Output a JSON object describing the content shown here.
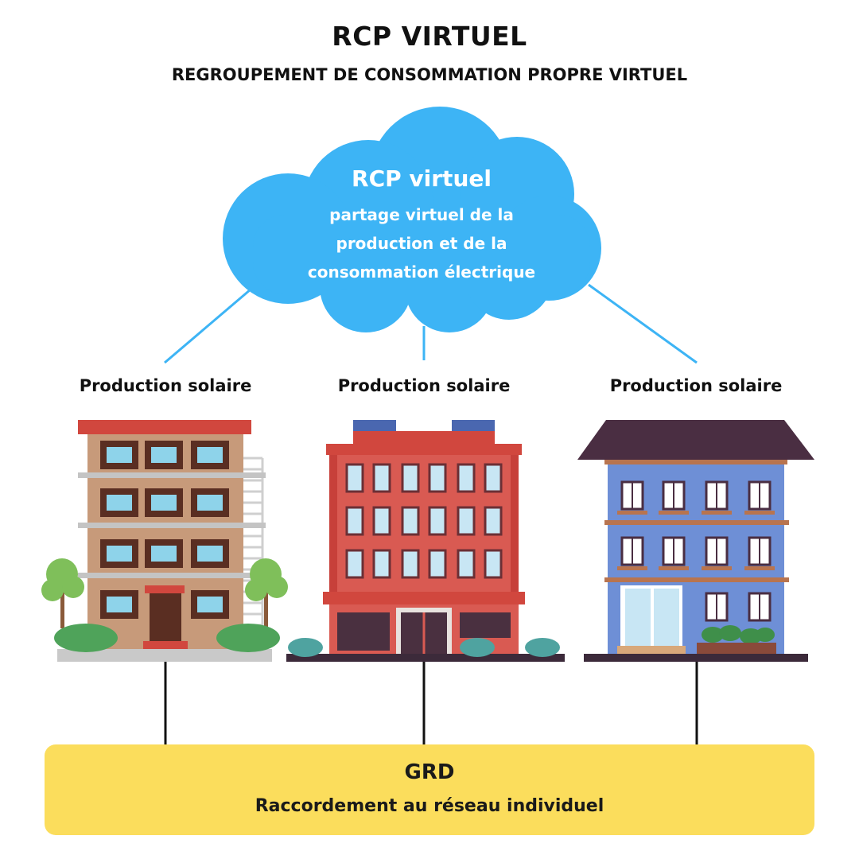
{
  "header": {
    "title": "RCP VIRTUEL",
    "subtitle": "REGROUPEMENT DE CONSOMMATION PROPRE VIRTUEL"
  },
  "cloud": {
    "title": "RCP virtuel",
    "lines": [
      "partage virtuel de la",
      "production et de la",
      "consommation électrique"
    ],
    "color": "#3db4f5"
  },
  "buildings": [
    {
      "label": "Production solaire"
    },
    {
      "label": "Production solaire"
    },
    {
      "label": "Production solaire"
    }
  ],
  "grid": {
    "title": "GRD",
    "subtitle": "Raccordement au réseau individuel",
    "color": "#fbdd5c"
  }
}
